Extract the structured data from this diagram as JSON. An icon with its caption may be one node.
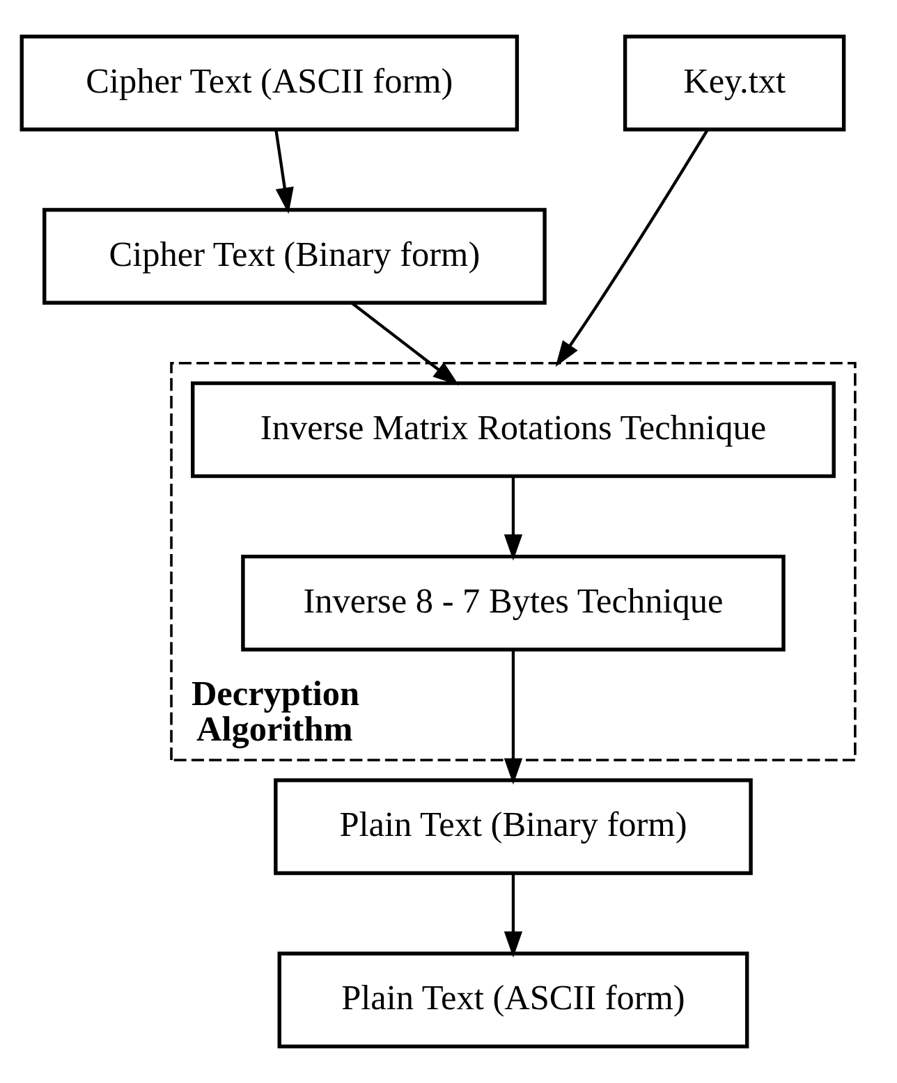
{
  "diagram": {
    "nodes": [
      {
        "text": [
          "Cipher Text (ASCII form)"
        ]
      },
      {
        "text": [
          "Cipher Text (Binary form)"
        ]
      },
      {
        "text": [
          "Decryption Algorithm"
        ]
      },
      {
        "text": [
          "Inverse Matrix Rotations Technique"
        ],
        "in": 2
      },
      {
        "text": [
          "Inverse 8 - 7 Bytes Technique"
        ],
        "in": 2
      },
      {
        "text": [
          "Plain Text (Binary form)"
        ]
      },
      {
        "text": [
          "Plain Text (ASCII form)"
        ]
      },
      {
        "text": [
          "Key.txt"
        ]
      }
    ],
    "edges": [
      {
        "from": 0,
        "to": 1,
        "arrow": "to"
      },
      {
        "from": 1,
        "to": 3,
        "arrow": "to"
      },
      {
        "from": 3,
        "to": 4,
        "arrow": "to"
      },
      {
        "from": 4,
        "to": 5,
        "arrow": "to"
      },
      {
        "from": 5,
        "to": 6,
        "arrow": "to"
      },
      {
        "from": 7,
        "to": 2,
        "arrow": "to"
      }
    ]
  }
}
